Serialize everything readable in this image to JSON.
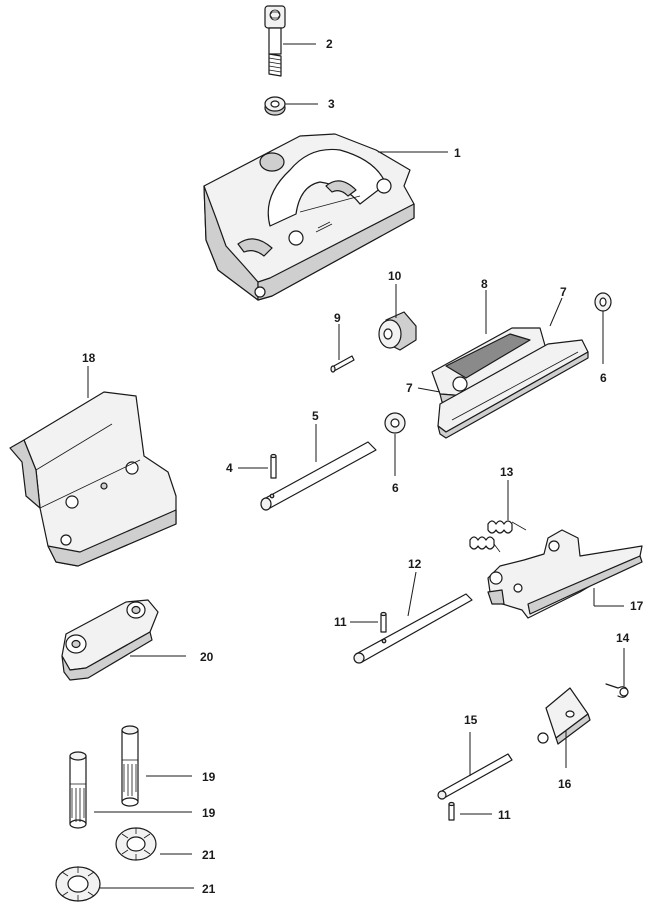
{
  "diagram": {
    "callouts": [
      {
        "id": "c2",
        "text": "2"
      },
      {
        "id": "c3",
        "text": "3"
      },
      {
        "id": "c1",
        "text": "1"
      },
      {
        "id": "c10",
        "text": "10"
      },
      {
        "id": "c8",
        "text": "8"
      },
      {
        "id": "c7a",
        "text": "7"
      },
      {
        "id": "c9",
        "text": "9"
      },
      {
        "id": "c7b",
        "text": "7"
      },
      {
        "id": "c6a",
        "text": "6"
      },
      {
        "id": "c18",
        "text": "18"
      },
      {
        "id": "c5",
        "text": "5"
      },
      {
        "id": "c4",
        "text": "4"
      },
      {
        "id": "c6b",
        "text": "6"
      },
      {
        "id": "c13",
        "text": "13"
      },
      {
        "id": "c12",
        "text": "12"
      },
      {
        "id": "c17",
        "text": "17"
      },
      {
        "id": "c11a",
        "text": "11"
      },
      {
        "id": "c20",
        "text": "20"
      },
      {
        "id": "c14",
        "text": "14"
      },
      {
        "id": "c15",
        "text": "15"
      },
      {
        "id": "c19a",
        "text": "19"
      },
      {
        "id": "c16",
        "text": "16"
      },
      {
        "id": "c19b",
        "text": "19"
      },
      {
        "id": "c11b",
        "text": "11"
      },
      {
        "id": "c21a",
        "text": "21"
      },
      {
        "id": "c21b",
        "text": "21"
      }
    ]
  }
}
